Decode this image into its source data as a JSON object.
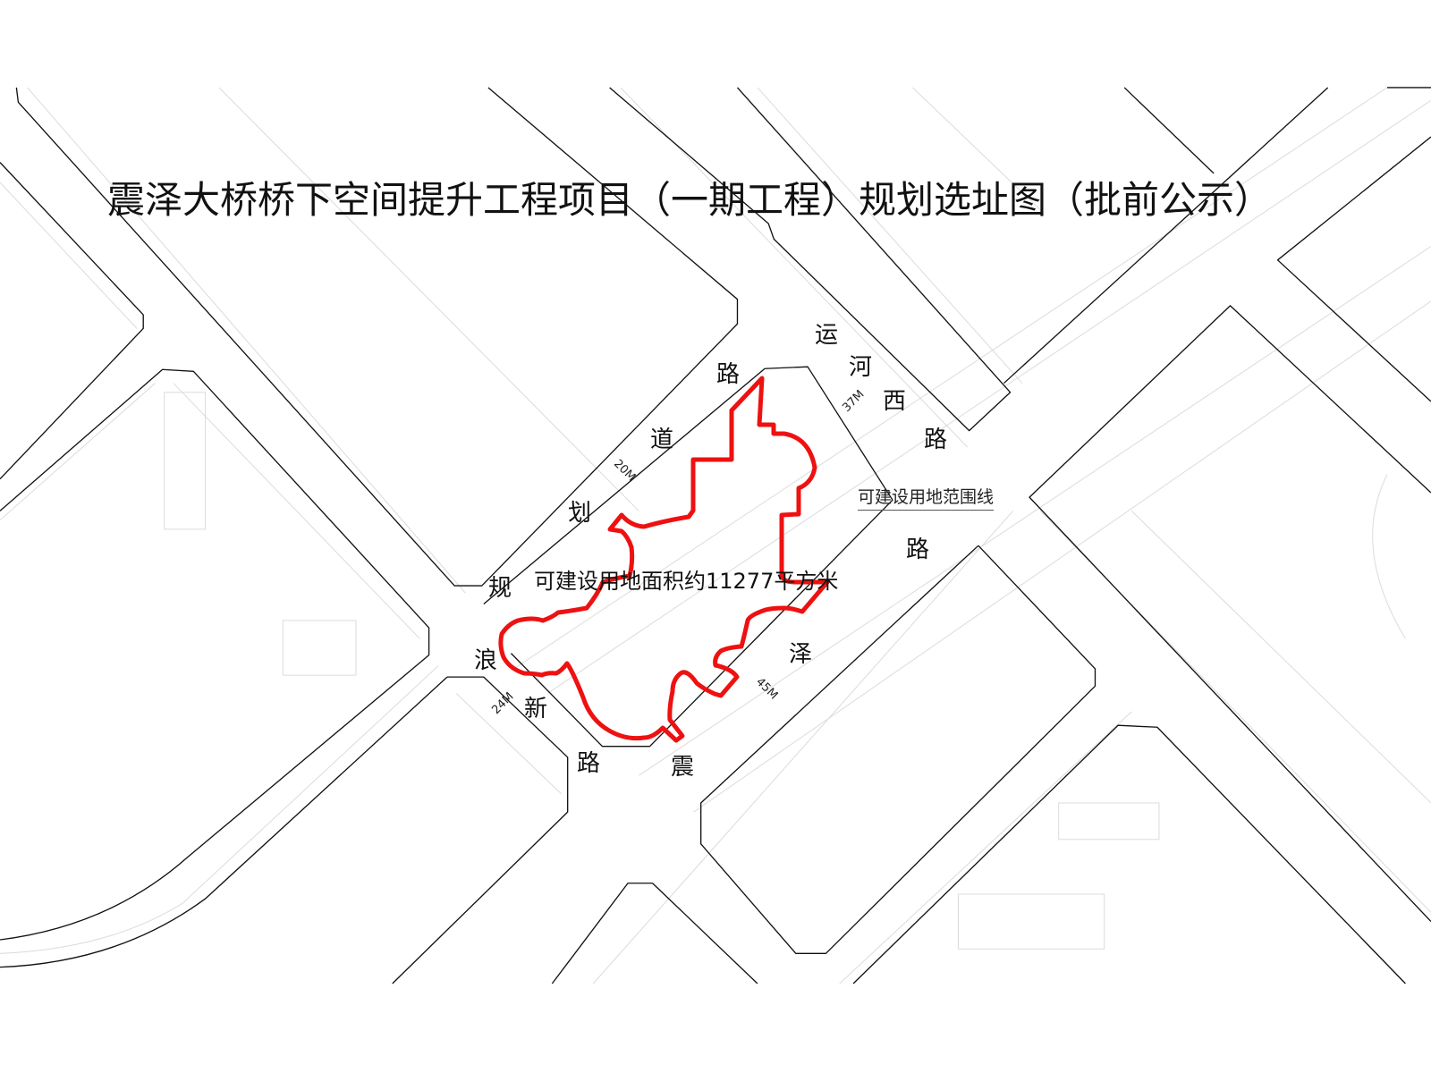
{
  "title": "震泽大桥桥下空间提升工程项目（一期工程）规划选址图（批前公示）",
  "colors": {
    "boundary": "#ee1111",
    "road_edge": "#111111",
    "background_detail": "#d8d8d8"
  },
  "roads": {
    "yunhe_west": {
      "chars": [
        "运",
        "河",
        "西",
        "路"
      ],
      "width": "37M"
    },
    "planned": {
      "chars": [
        "规",
        "划",
        "道",
        "路"
      ],
      "width": "20M"
    },
    "langxin": {
      "chars": [
        "浪",
        "新",
        "路"
      ],
      "width": "24M"
    },
    "zhenze": {
      "chars": [
        "震",
        "泽",
        "路"
      ],
      "width": "45M"
    }
  },
  "labels": {
    "boundary_line": "可建设用地范围线",
    "site_area": "可建设用地面积约11277平方米"
  }
}
